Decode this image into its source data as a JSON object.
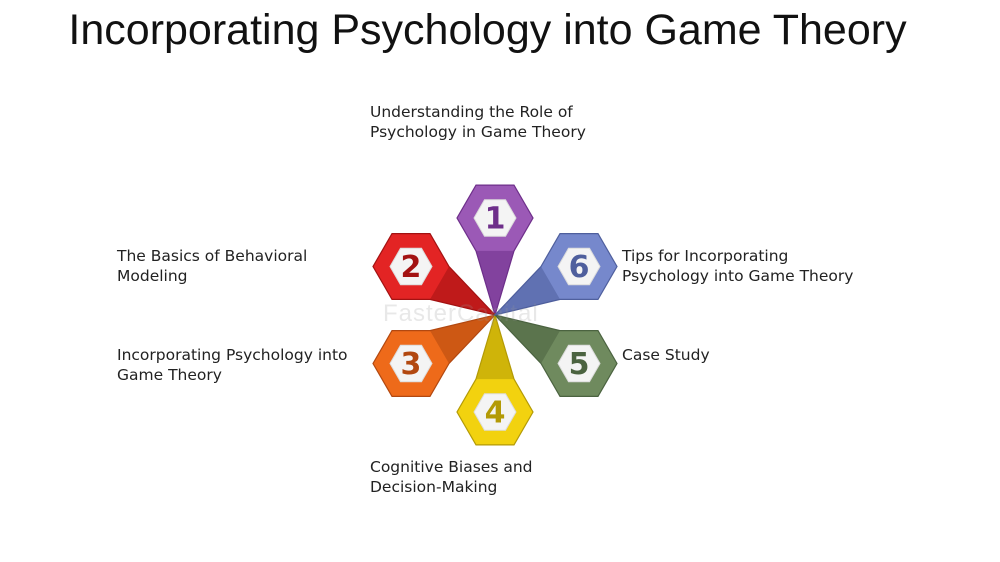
{
  "title": "Incorporating Psychology into Game Theory",
  "watermark": "FasterCapital",
  "items": [
    {
      "number": "1",
      "lines": [
        "Understanding the Role of",
        "Psychology in Game Theory"
      ],
      "color": "#9b59b6",
      "color_dark": "#6e2f8a"
    },
    {
      "number": "2",
      "lines": [
        "The Basics of Behavioral",
        "Modeling"
      ],
      "color": "#e32424",
      "color_dark": "#a31212"
    },
    {
      "number": "3",
      "lines": [
        "Incorporating Psychology into",
        "Game Theory"
      ],
      "color": "#ee6a1a",
      "color_dark": "#b24810"
    },
    {
      "number": "4",
      "lines": [
        "Cognitive Biases and",
        "Decision-Making"
      ],
      "color": "#f2d20f",
      "color_dark": "#b39a06"
    },
    {
      "number": "5",
      "lines": [
        "Case Study"
      ],
      "color": "#6f8a5e",
      "color_dark": "#4b6340"
    },
    {
      "number": "6",
      "lines": [
        "Tips for Incorporating",
        "Psychology into Game Theory"
      ],
      "color": "#7688cc",
      "color_dark": "#4f5f9d"
    }
  ]
}
